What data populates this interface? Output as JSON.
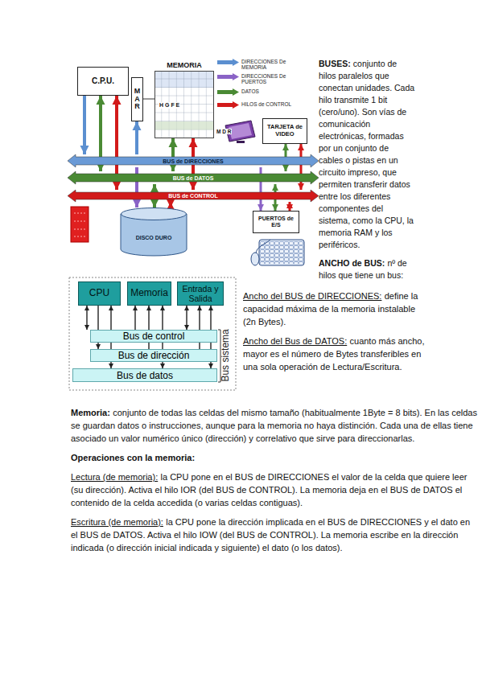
{
  "diagram": {
    "nodes": [
      {
        "text": [
          "C.P.U."
        ]
      },
      {
        "text": [
          "M A R"
        ]
      },
      {
        "text": [
          "MEMORIA"
        ]
      },
      {
        "text": [
          "TARJETA de VIDEO"
        ]
      },
      {
        "text": [
          "BUS de DIRECCIONES"
        ]
      },
      {
        "text": [
          "BUS de DATOS"
        ]
      },
      {
        "text": [
          "BUS de CONTROL"
        ]
      },
      {
        "text": [
          "DISCO DURO"
        ]
      },
      {
        "text": [
          "PUERTOS de E/S"
        ]
      },
      {
        "text": [
          "CPU"
        ]
      },
      {
        "text": [
          "Memoria"
        ]
      },
      {
        "text": [
          "Entrada y Salida"
        ]
      },
      {
        "text": [
          "Bus de control"
        ]
      },
      {
        "text": [
          "Bus de dirección"
        ]
      },
      {
        "text": [
          "Bus de datos"
        ]
      }
    ],
    "edges": [
      {
        "from": 0,
        "to": 4,
        "arrow": "to"
      },
      {
        "from": 0,
        "to": 5,
        "arrow": "both"
      },
      {
        "from": 0,
        "to": 6,
        "arrow": "both"
      },
      {
        "from": 4,
        "to": 1,
        "arrow": "to"
      },
      {
        "from": 2,
        "to": 5,
        "arrow": "both"
      },
      {
        "from": 2,
        "to": 6,
        "arrow": "both"
      },
      {
        "from": 3,
        "to": 5,
        "arrow": "both"
      },
      {
        "from": 3,
        "to": 6,
        "arrow": "both"
      },
      {
        "from": 4,
        "to": 7,
        "arrow": "to"
      },
      {
        "from": 7,
        "to": 5,
        "arrow": "both"
      },
      {
        "from": 7,
        "to": 6,
        "arrow": "both"
      },
      {
        "from": 4,
        "to": 8,
        "arrow": "to"
      },
      {
        "from": 8,
        "to": 5,
        "arrow": "both"
      },
      {
        "from": 8,
        "to": 6,
        "arrow": "both"
      },
      {
        "from": 9,
        "to": 12,
        "arrow": "both"
      },
      {
        "from": 9,
        "to": 13,
        "arrow": "to"
      },
      {
        "from": 9,
        "to": 14,
        "arrow": "both"
      },
      {
        "from": 12,
        "to": 10,
        "arrow": "to"
      },
      {
        "from": 13,
        "to": 10,
        "arrow": "to"
      },
      {
        "from": 10,
        "to": 14,
        "arrow": "both"
      },
      {
        "from": 11,
        "to": 12,
        "arrow": "both"
      },
      {
        "from": 13,
        "to": 11,
        "arrow": "to"
      },
      {
        "from": 11,
        "to": 14,
        "arrow": "both"
      }
    ],
    "labels": [
      "H G F E",
      "M D R",
      "Bus sistema",
      "BUSES:",
      "conjunto de hilos paralelos que conectan unidades. Cada hilo transmite 1 bit (cero/uno). Son vías de comunicación electrónicas, formadas por un conjunto de cables o pistas en un circuito impreso, que permiten transferir datos entre los diferentes componentes del sistema, como la CPU, la memoria RAM y los periféricos.",
      "ANCHO de BUS:",
      "nº de hilos que tiene un bus:",
      "Ancho del BUS de DIRECCIONES:",
      "define la capacidad máxima de la memoria instalable (2n Bytes).",
      "Ancho del Bus de DATOS:",
      "cuanto más ancho, mayor es el número de Bytes transferibles en una sola operación de Lectura/Escritura.",
      "Memoria:",
      "conjunto de todas las celdas del mismo tamaño (habitualmente 1Byte = 8 bits). En las celdas se guardan datos o instrucciones, aunque para la memoria no haya distinción. Cada una de ellas tiene asociado un valor numérico único (dirección) y correlativo que sirve para direccionarlas.",
      "Operaciones con la memoria:",
      "Lectura (de memoria):",
      "la CPU pone en el BUS de DIRECCIONES el valor de la celda que quiere leer (su dirección). Activa el hilo IOR (del BUS de CONTROL). La memoria deja en el BUS de DATOS el contenido de la celda accedida (o varias celdas contiguas).",
      "Escritura (de memoria):",
      "la CPU pone la dirección implicada en el BUS de DIRECCIONES y el dato en el BUS de DATOS. Activa el hilo IOW (del BUS de CONTROL). La memoria escribe en la dirección indicada (o dirección inicial indicada y siguiente) el dato (o los datos)."
    ],
    "legend": [
      {
        "text": "DIRECCIONES De MEMORIA",
        "color": "#5b8fd0"
      },
      {
        "text": "DIRECCIONES De PUERTOS",
        "color": "#8a63c6"
      },
      {
        "text": "DATOS",
        "color": "#4a8a34"
      },
      {
        "text": "HILOS de CONTROL",
        "color": "#d21a1a"
      }
    ]
  }
}
